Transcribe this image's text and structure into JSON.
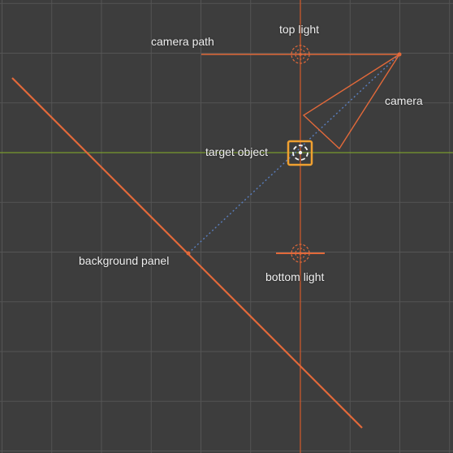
{
  "viewport": {
    "grid_visible": true,
    "colors": {
      "background": "#3d3d3d",
      "grid_minor": "#4a4a4a",
      "grid_major": "#555555",
      "axis_x": "#7a9a2e",
      "axis_y": "#d4592a",
      "selection": "#e2693a",
      "active": "#f0a030",
      "guide": "#5a7fbf"
    }
  },
  "labels": {
    "camera_path": "camera path",
    "top_light": "top light",
    "camera": "camera",
    "target_object": "target object",
    "background_panel": "background panel",
    "bottom_light": "bottom light"
  },
  "objects": [
    {
      "name": "camera-path",
      "icon": "path-curve-icon",
      "selected": true
    },
    {
      "name": "top-light",
      "icon": "spot-light-icon",
      "selected": true
    },
    {
      "name": "camera",
      "icon": "camera-icon",
      "selected": true
    },
    {
      "name": "target-object",
      "icon": "empty-target-icon",
      "selected": true,
      "active": true
    },
    {
      "name": "background-panel",
      "icon": "plane-icon",
      "selected": true
    },
    {
      "name": "bottom-light",
      "icon": "area-light-icon",
      "selected": true
    }
  ]
}
